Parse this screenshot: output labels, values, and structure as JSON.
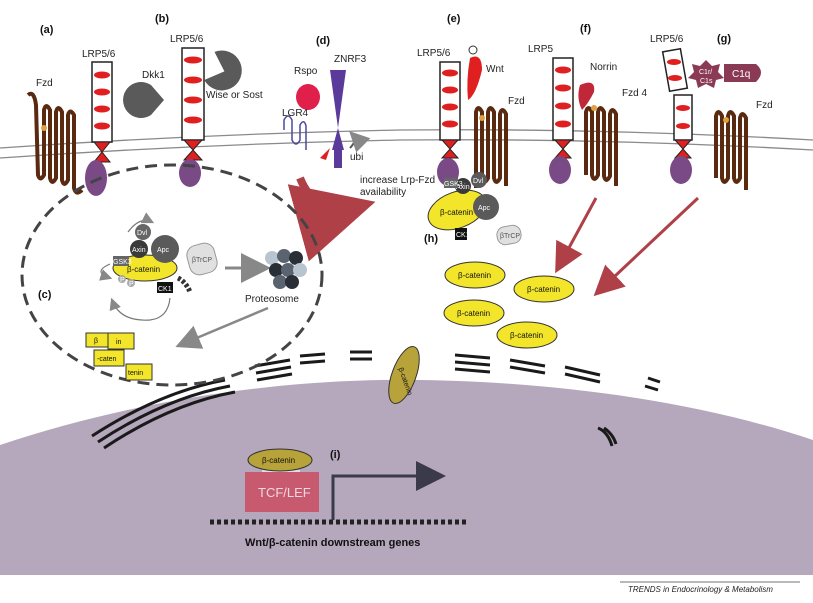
{
  "panels": {
    "a": "(a)",
    "b": "(b)",
    "c": "(c)",
    "d": "(d)",
    "e": "(e)",
    "f": "(f)",
    "g": "(g)",
    "h": "(h)",
    "i": "(i)"
  },
  "labels": {
    "fzd": "Fzd",
    "lrp56": "LRP5/6",
    "lrp5": "LRP5",
    "dkk1": "Dkk1",
    "wise_sost": "Wise or Sost",
    "rspo": "Rspo",
    "znrf3": "ZNRF3",
    "lgr4": "LGR4",
    "ubi": "ubi",
    "increase_1": "increase Lrp-Fzd",
    "increase_2": "availability",
    "wnt": "Wnt",
    "norrin": "Norrin",
    "fzd4": "Fzd 4",
    "c1r": "C1r/",
    "c1s": "C1s",
    "c1q": "C1q",
    "proteosome": "Proteosome",
    "beta_catenin": "β-catenin",
    "apc": "Apc",
    "axin": "Axin",
    "dvl": "Dvl",
    "gsk3": "GSK3",
    "ck1": "CK1",
    "btrcp": "βTrCP",
    "p": "P",
    "tcf_lef": "TCF/LEF",
    "downstream": "Wnt/β-catenin downstream genes",
    "frag_1": "β",
    "frag_2": "in",
    "frag_3": "-caten",
    "frag_4": "tenin"
  },
  "footer": "TRENDS in Endocrinology & Metabolism",
  "colors": {
    "membrane": "#8a8a8a",
    "nucleus": "#b5a8bd",
    "beta_catenin": "#f2e52a",
    "beta_catenin_nuclear": "#b8a23a",
    "receptor_red": "#e02020",
    "fzd_brown": "#5a2a10",
    "lrp_purple": "#7a4a86",
    "tcf": "#c85a70",
    "arrow_red": "#b04048",
    "arrow_gray": "#888888",
    "complex_dark": "#3a3a3a",
    "c1_maroon": "#8a3a55"
  }
}
